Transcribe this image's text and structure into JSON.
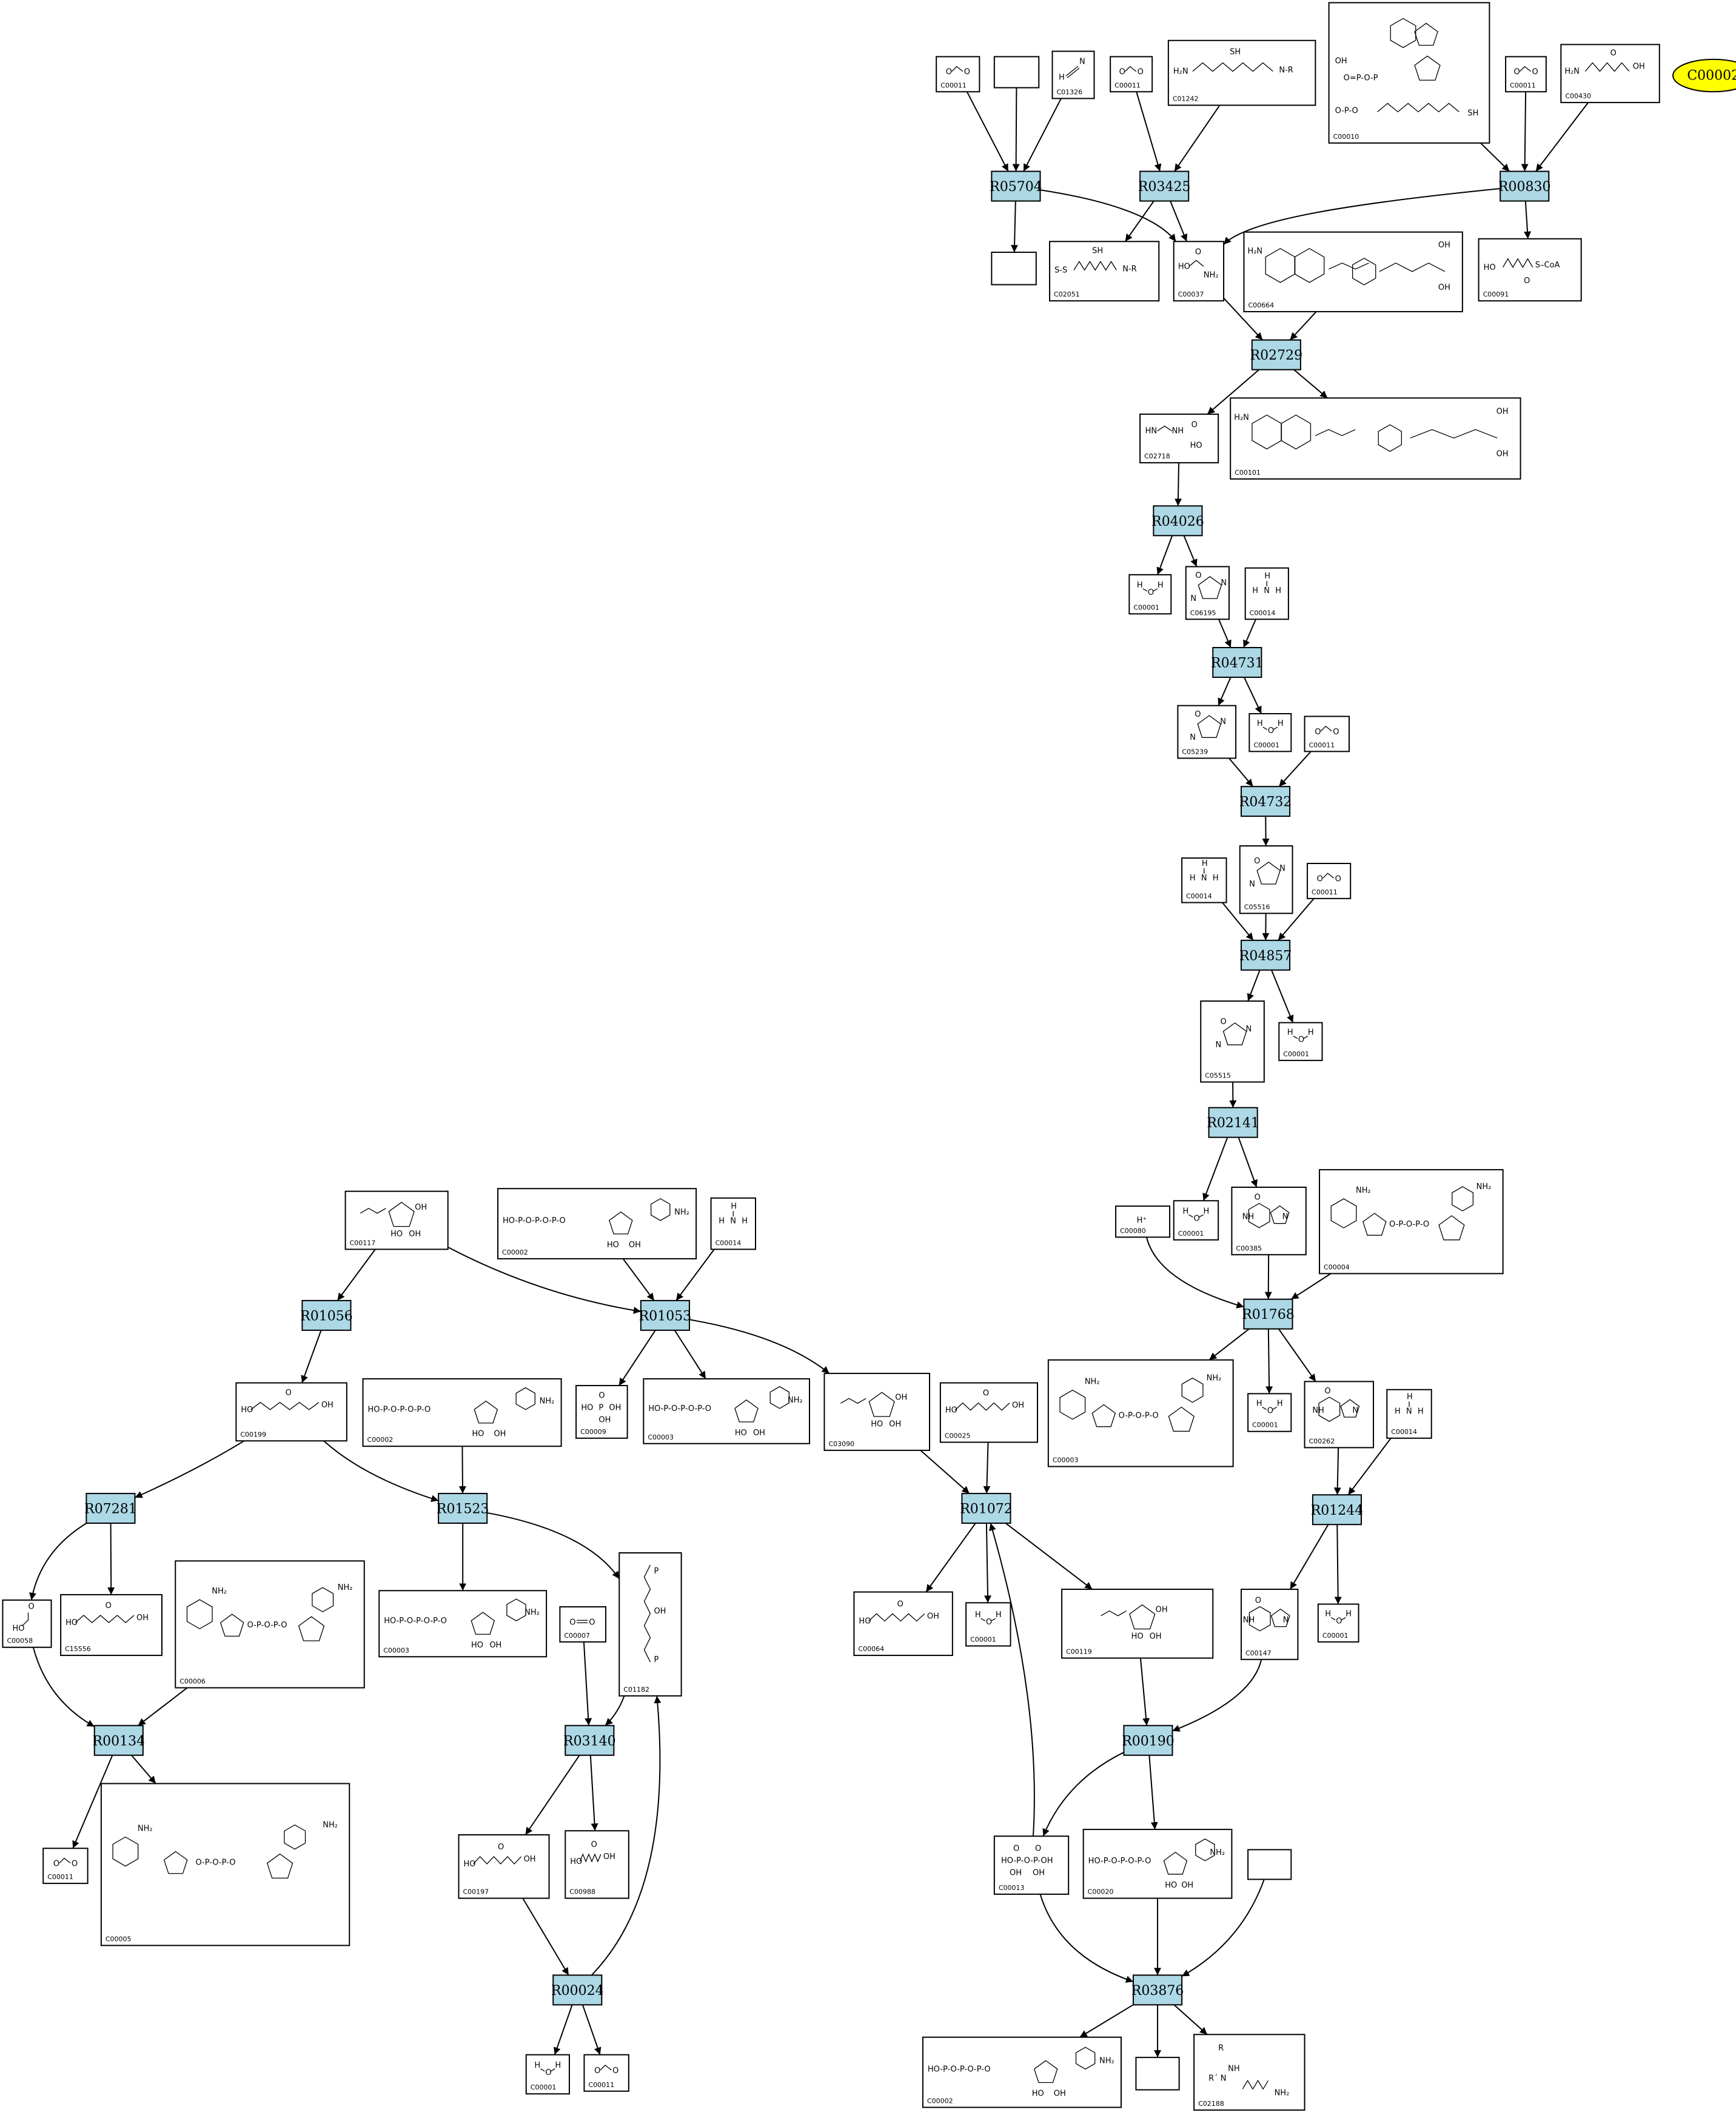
{
  "reactions": [
    {
      "id": "R05704",
      "label": "R05704"
    },
    {
      "id": "R03425",
      "label": "R03425"
    },
    {
      "id": "R00830",
      "label": "R00830"
    },
    {
      "id": "R02729",
      "label": "R02729"
    },
    {
      "id": "R04026",
      "label": "R04026"
    },
    {
      "id": "R04731",
      "label": "R04731"
    },
    {
      "id": "R04732",
      "label": "R04732"
    },
    {
      "id": "R04857",
      "label": "R04857"
    },
    {
      "id": "R02141",
      "label": "R02141"
    },
    {
      "id": "R01768",
      "label": "R01768"
    },
    {
      "id": "R01244",
      "label": "R01244"
    },
    {
      "id": "R01072",
      "label": "R01072"
    },
    {
      "id": "R00190",
      "label": "R00190"
    },
    {
      "id": "R03876",
      "label": "R03876"
    },
    {
      "id": "R01056",
      "label": "R01056"
    },
    {
      "id": "R01053",
      "label": "R01053"
    },
    {
      "id": "R07281",
      "label": "R07281"
    },
    {
      "id": "R01523",
      "label": "R01523"
    },
    {
      "id": "R00134",
      "label": "R00134"
    },
    {
      "id": "R03140",
      "label": "R03140"
    },
    {
      "id": "R00024",
      "label": "R00024"
    }
  ],
  "compounds": [
    {
      "id": "c1",
      "label": "C00011",
      "mol": "co2"
    },
    {
      "id": "c2",
      "label": "",
      "mol": "none"
    },
    {
      "id": "c3",
      "label": "C01326",
      "mol": "hcn"
    },
    {
      "id": "c4",
      "label": "C00011",
      "mol": "co2"
    },
    {
      "id": "c5",
      "label": "C01242",
      "mol": "lipoyl"
    },
    {
      "id": "c6",
      "label": "C00010",
      "mol": "coa"
    },
    {
      "id": "c7",
      "label": "C00011",
      "mol": "co2"
    },
    {
      "id": "c8",
      "label": "C00430",
      "mol": "ala"
    },
    {
      "id": "c10",
      "label": "",
      "mol": "none"
    },
    {
      "id": "c11",
      "label": "C02051",
      "mol": "lipoyl2"
    },
    {
      "id": "c12",
      "label": "C00037",
      "mol": "gly"
    },
    {
      "id": "c13",
      "label": "C00664",
      "mol": "folate"
    },
    {
      "id": "c14",
      "label": "C00091",
      "mol": "succoa"
    },
    {
      "id": "c15",
      "label": "C02718",
      "mol": "fgly"
    },
    {
      "id": "c16",
      "label": "C00101",
      "mol": "folate"
    },
    {
      "id": "c17",
      "label": "C00001",
      "mol": "h2o"
    },
    {
      "id": "c18",
      "label": "C06195",
      "mol": "ring5"
    },
    {
      "id": "c19",
      "label": "C00014",
      "mol": "nh3"
    },
    {
      "id": "c20",
      "label": "C05239",
      "mol": "ring5"
    },
    {
      "id": "c21",
      "label": "C00001",
      "mol": "h2o"
    },
    {
      "id": "c22",
      "label": "C00011",
      "mol": "co2"
    },
    {
      "id": "c23",
      "label": "C00014",
      "mol": "nh3"
    },
    {
      "id": "c24",
      "label": "C05516",
      "mol": "ring5"
    },
    {
      "id": "c25",
      "label": "C00011",
      "mol": "co2"
    },
    {
      "id": "c26",
      "label": "C05515",
      "mol": "ring5"
    },
    {
      "id": "c27",
      "label": "C00001",
      "mol": "h2o"
    },
    {
      "id": "c28",
      "label": "C00080",
      "mol": "hplus"
    },
    {
      "id": "c29",
      "label": "C00001",
      "mol": "h2o"
    },
    {
      "id": "c30",
      "label": "C00385",
      "mol": "purine"
    },
    {
      "id": "c31",
      "label": "C00004",
      "mol": "nad"
    },
    {
      "id": "c32",
      "label": "C00003",
      "mol": "nad"
    },
    {
      "id": "c33",
      "label": "C00001",
      "mol": "h2o"
    },
    {
      "id": "c34",
      "label": "C00262",
      "mol": "purine"
    },
    {
      "id": "c35",
      "label": "C00014",
      "mol": "nh3"
    },
    {
      "id": "c36",
      "label": "C00147",
      "mol": "purine"
    },
    {
      "id": "c37",
      "label": "C00001",
      "mol": "h2o"
    },
    {
      "id": "c38",
      "label": "C00117",
      "mol": "sugar"
    },
    {
      "id": "c39",
      "label": "C00002",
      "mol": "atp"
    },
    {
      "id": "c40",
      "label": "C00014",
      "mol": "nh3"
    },
    {
      "id": "c41",
      "label": "C00199",
      "mol": "chain"
    },
    {
      "id": "c42",
      "label": "C00009",
      "mol": "pi"
    },
    {
      "id": "c43",
      "label": "C00003",
      "mol": "atp"
    },
    {
      "id": "c44",
      "label": "C03090",
      "mol": "sugar"
    },
    {
      "id": "c45",
      "label": "C00025",
      "mol": "chain"
    },
    {
      "id": "c46",
      "label": "C00002",
      "mol": "atp"
    },
    {
      "id": "c47",
      "label": "C00058",
      "mol": "formate"
    },
    {
      "id": "c48",
      "label": "C15556",
      "mol": "chain"
    },
    {
      "id": "c49",
      "label": "C00006",
      "mol": "nad"
    },
    {
      "id": "c50",
      "label": "C00003",
      "mol": "atp"
    },
    {
      "id": "c51",
      "label": "C00007",
      "mol": "o2"
    },
    {
      "id": "c52",
      "label": "C01182",
      "mol": "chainv"
    },
    {
      "id": "c53",
      "label": "C00064",
      "mol": "chain"
    },
    {
      "id": "c54",
      "label": "C00001",
      "mol": "h2o"
    },
    {
      "id": "c55",
      "label": "C00119",
      "mol": "sugar"
    },
    {
      "id": "c56",
      "label": "C00011",
      "mol": "co2"
    },
    {
      "id": "c57",
      "label": "C00005",
      "mol": "nad"
    },
    {
      "id": "c58",
      "label": "C00197",
      "mol": "chain"
    },
    {
      "id": "c59",
      "label": "C00988",
      "mol": "chain"
    },
    {
      "id": "c60",
      "label": "C00013",
      "mol": "ppi"
    },
    {
      "id": "c61",
      "label": "C00020",
      "mol": "atp"
    },
    {
      "id": "c62",
      "label": "",
      "mol": "none"
    },
    {
      "id": "c63",
      "label": "C00001",
      "mol": "h2o"
    },
    {
      "id": "c64",
      "label": "C00011",
      "mol": "co2"
    },
    {
      "id": "c65",
      "label": "C00002",
      "mol": "atp"
    },
    {
      "id": "c66",
      "label": "",
      "mol": "none"
    },
    {
      "id": "c67",
      "label": "C02188",
      "mol": "lys"
    }
  ],
  "highlight": {
    "id": "c9",
    "label": "C00002",
    "color": "#ffff00"
  },
  "colors": {
    "reaction": "#add8e6",
    "compound": "#ffffff",
    "highlight": "#ffff00"
  }
}
